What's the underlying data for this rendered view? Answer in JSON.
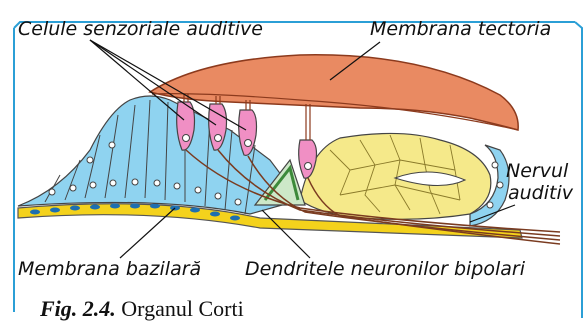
{
  "labels": {
    "hair_cells": "Celule senzoriale auditive",
    "tectorial_membrane": "Membrana tectoria",
    "auditory_nerve_line1": "Nervul",
    "auditory_nerve_line2": "auditiv",
    "basilar_membrane": "Membrana bazilară",
    "dendrites": "Dendritele neuronilor bipolari"
  },
  "caption": {
    "figure_number": "Fig. 2.4.",
    "title": "Organul Corti"
  },
  "colors": {
    "frame": "#2b9fd6",
    "tectorial": "#e98a62",
    "tectorial_dark": "#8c3a1d",
    "support_cells": "#8fd3f0",
    "hair_cells": "#f08fc4",
    "hensen_cells": "#f5e98a",
    "basilar": "#f4d21c",
    "nerve_fibers": "#7a3b20"
  }
}
